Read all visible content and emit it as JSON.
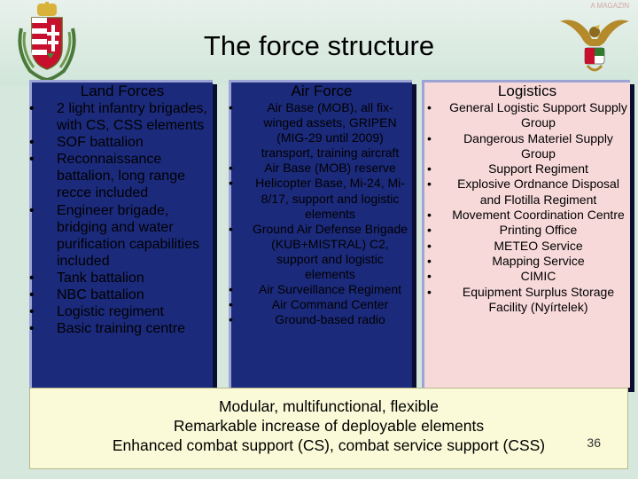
{
  "slide": {
    "title": "The force structure",
    "copyright": "A MAGAZIN",
    "page_number": "36"
  },
  "columns": {
    "land": {
      "heading": "Land Forces",
      "items": [
        "2 light infantry brigades, with CS, CSS elements",
        "SOF battalion",
        "Reconnaissance battalion, long range recce included",
        "Engineer brigade, bridging and water purification capabilities included",
        "Tank battalion",
        "NBC battalion",
        "Logistic regiment",
        "Basic training centre"
      ]
    },
    "air": {
      "heading": "Air Force",
      "items": [
        "Air Base (MOB), all fix-winged assets, GRIPEN (MIG-29 until 2009) transport, training aircraft",
        "Air Base (MOB) reserve",
        "Helicopter Base, Mi-24, Mi-8/17, support and logistic elements",
        "Ground Air Defense Brigade (KUB+MISTRAL) C2, support and logistic elements",
        "Air Surveillance Regiment",
        "Air Command Center",
        "Ground-based radio"
      ]
    },
    "logistics": {
      "heading": "Logistics",
      "items": [
        "General Logistic Support Supply Group",
        "Dangerous Materiel Supply Group",
        "Support Regiment",
        "Explosive Ordnance Disposal and Flotilla Regiment",
        "Movement Coordination Centre",
        "Printing Office",
        "METEO Service",
        "Mapping Service",
        "CIMIC",
        "Equipment Surplus Storage Facility (Nyírtelek)"
      ]
    }
  },
  "footer": {
    "lines": [
      "Modular, multifunctional, flexible",
      "Remarkable increase of deployable elements",
      "Enhanced combat support (CS), combat service support (CSS)"
    ]
  },
  "colors": {
    "panel_blue": "#1c2a7c",
    "logistics_bg": "#f8d9d9",
    "footer_bg": "#fafad8",
    "slide_bg": "#d6e8de"
  }
}
